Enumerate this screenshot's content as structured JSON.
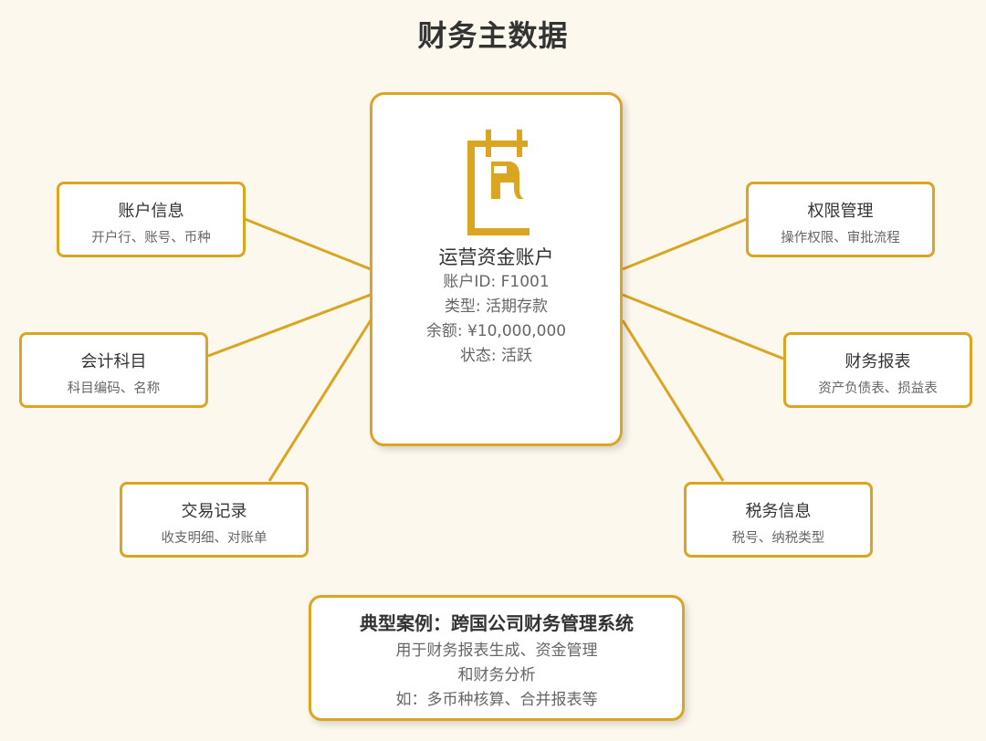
{
  "title": "财务主数据",
  "colors": {
    "accent": "#daa520",
    "background": "#fdf8ee",
    "text": "#333333",
    "subtext": "#666666"
  },
  "center": {
    "icon": "account-ledger-icon",
    "name": "运营资金账户",
    "lines": [
      "账户ID: F1001",
      "类型: 活期存款",
      "余额: ¥10,000,000",
      "状态: 活跃"
    ]
  },
  "nodes": [
    {
      "title": "账户信息",
      "subtitle": "开户行、账号、币种"
    },
    {
      "title": "会计科目",
      "subtitle": "科目编码、名称"
    },
    {
      "title": "交易记录",
      "subtitle": "收支明细、对账单"
    },
    {
      "title": "权限管理",
      "subtitle": "操作权限、审批流程"
    },
    {
      "title": "财务报表",
      "subtitle": "资产负债表、损益表"
    },
    {
      "title": "税务信息",
      "subtitle": "税号、纳税类型"
    }
  ],
  "case": {
    "title": "典型案例：跨国公司财务管理系统",
    "lines": [
      "用于财务报表生成、资金管理",
      "和财务分析",
      "如：多币种核算、合并报表等"
    ]
  }
}
